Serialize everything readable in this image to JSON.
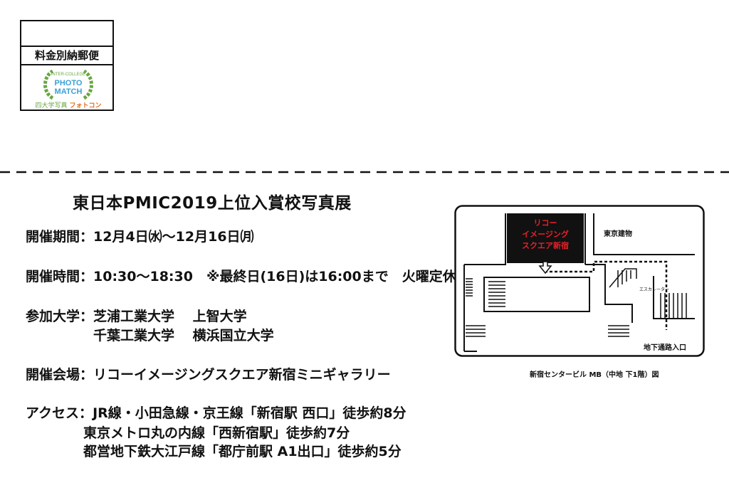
{
  "stamp": {
    "label": "料金別納郵便",
    "logo_text_top": "INTER-COLLEGE",
    "logo_text_line1": "PHOTO",
    "logo_text_line2": "MATCH",
    "logo_caption_left": "四大学写真",
    "logo_caption_right": "フォトコン"
  },
  "title": "東日本PMIC2019上位入賞校写真展",
  "info": {
    "period_label": "開催期間：",
    "period_value": "12月4日㈬～12月16日㈪",
    "hours_label": "開催時間：",
    "hours_value": "10:30～18:30　※最終日(16日)は16:00まで　火曜定休",
    "schools_label": "参加大学：",
    "schools_line1": "芝浦工業大学　 上智大学",
    "schools_line2": "千葉工業大学　 横浜国立大学",
    "venue_label": "開催会場：",
    "venue_value": "リコーイメージングスクエア新宿ミニギャラリー",
    "access_label": "アクセス：",
    "access_line1": "JR線・小田急線・京王線「新宿駅 西口」徒歩約8分",
    "access_line2": "東京メトロ丸の内線「西新宿駅」徒歩約7分",
    "access_line3": "都営地下鉄大江戸線「都庁前駅 A1出口」徒歩約5分"
  },
  "map": {
    "venue_line1": "リコー",
    "venue_line2": "イメージング",
    "venue_line3": "スクエア新宿",
    "building_label": "東京建物",
    "escalator_label": "エスカレーター",
    "entrance_label": "地下通路入口",
    "caption": "新宿センタービル MB（中地 下1階）図",
    "venue_color": "#e8202a"
  }
}
